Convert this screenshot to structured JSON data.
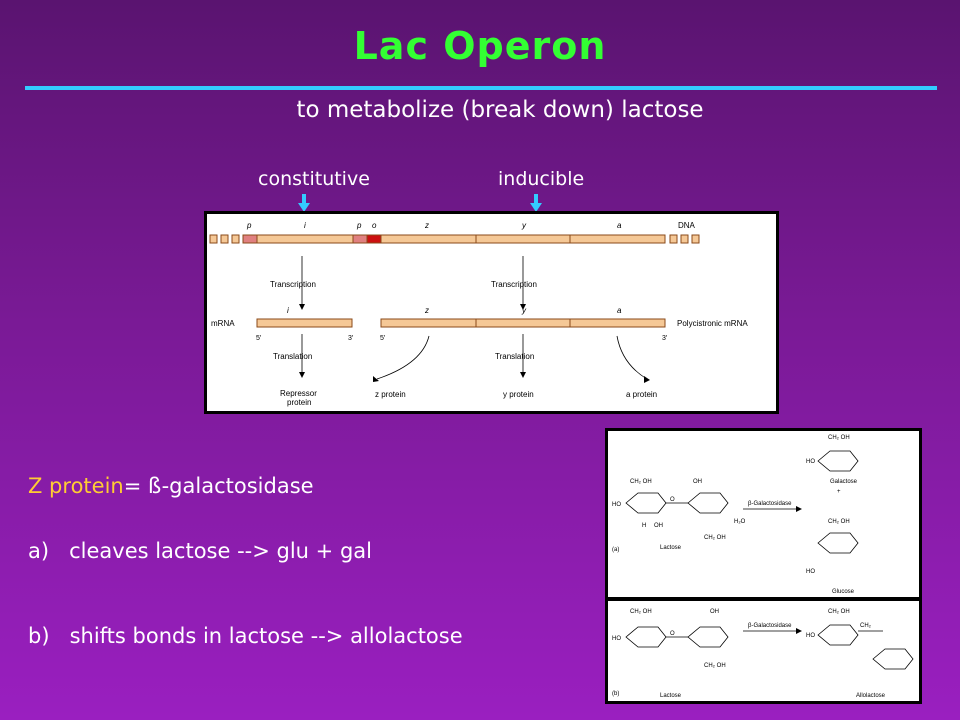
{
  "title": "Lac Operon",
  "subtitle": "to metabolize (break down) lactose",
  "labels": {
    "constitutive": "constitutive",
    "inducible": "inducible"
  },
  "operon": {
    "genes": {
      "p1": "p",
      "i": "i",
      "p2": "p",
      "o": "o",
      "z": "z",
      "y": "y",
      "a": "a"
    },
    "dna": "DNA",
    "transcription": "Transcription",
    "translation": "Translation",
    "mrna": "mRNA",
    "polycistronic": "Polycistronic mRNA",
    "five_prime": "5′",
    "three_prime": "3′",
    "repressor_line1": "Repressor",
    "repressor_line2": "protein",
    "z_protein": "z protein",
    "y_protein": "y protein",
    "a_protein": "a protein"
  },
  "z_protein_label": "Z protein",
  "z_protein_def": "= ß-galactosidase",
  "point_a_letter": "a)",
  "point_a": "cleaves lactose --> glu + gal",
  "point_b_letter": "b)",
  "point_b": "shifts bonds in lactose --> allolactose",
  "chemistry": {
    "enzyme": "β-Galactosidase",
    "water": "H₂O",
    "lactose": "Lactose",
    "galactose": "Galactose",
    "glucose": "Glucose",
    "allolactose": "Allolactose",
    "plus": "+",
    "part_a": "(a)",
    "part_b": "(b)",
    "ch2oh": "CH₂ OH",
    "oh": "OH",
    "h": "H",
    "ho": "HO",
    "o": "O",
    "ch2": "CH₂"
  }
}
